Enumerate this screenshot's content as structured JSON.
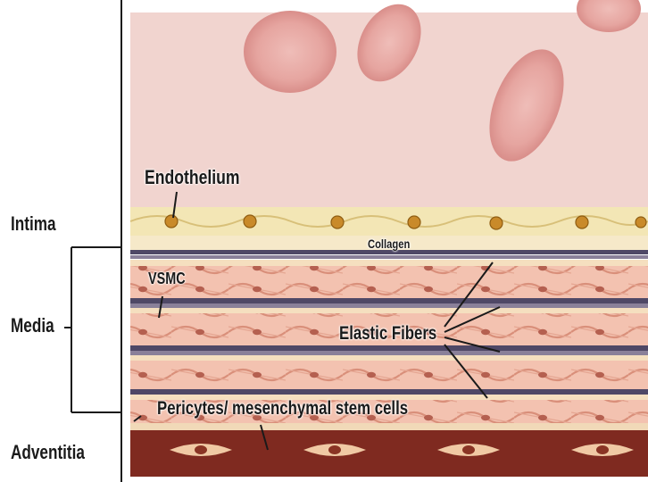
{
  "layers": {
    "intima": "Intima",
    "media": "Media",
    "adventitia": "Adventitia"
  },
  "callouts": {
    "endothelium": "Endothelium",
    "collagen": "Collagen",
    "vsmc": "VSMC",
    "elastic_fibers": "Elastic Fibers",
    "pericytes": "Pericytes/ mesenchymal stem cells"
  },
  "colors": {
    "lumen": "#f1d4cf",
    "red_blood_cell": "#e6a9a4",
    "endothelium_band": "#f3e6b5",
    "endothelial_nucleus": "#c98a2a",
    "elastic_fiber": "#4f4866",
    "smooth_muscle": "#efb7a3",
    "adventitia": "#7f2a20"
  }
}
